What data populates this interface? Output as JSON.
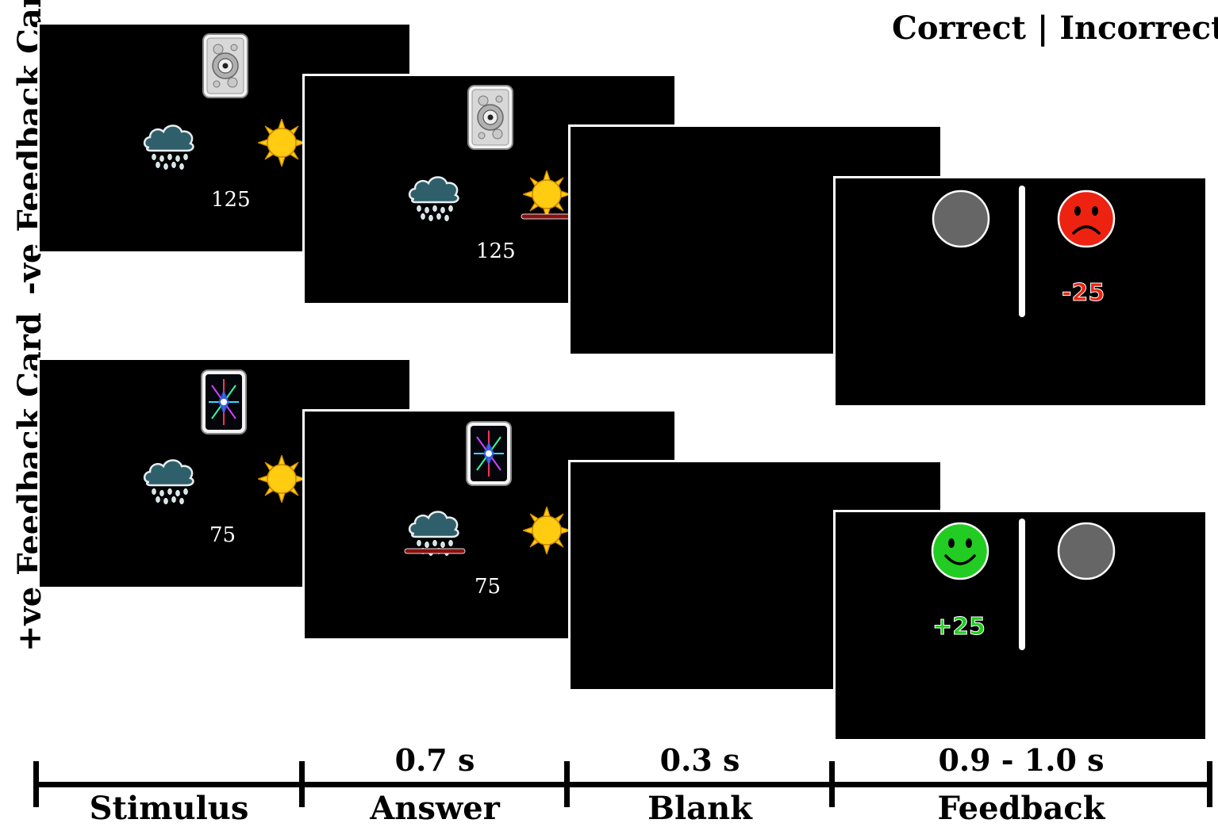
{
  "header": {
    "legend": "Correct | Incorrect"
  },
  "rows": {
    "negative": {
      "label": "-ve Feedback Card",
      "stimulus_value": "125",
      "answer_value": "125",
      "feedback_score": "-25"
    },
    "positive": {
      "label": "+ve Feedback Card",
      "stimulus_value": "75",
      "answer_value": "75",
      "feedback_score": "+25"
    }
  },
  "timeline": {
    "phases": [
      "Stimulus",
      "Answer",
      "Blank",
      "Feedback"
    ],
    "durations": [
      "",
      "0.7 s",
      "0.3 s",
      "0.9 - 1.0 s"
    ]
  },
  "colors": {
    "correct": "#22cc22",
    "incorrect": "#ee2211",
    "neutral": "#666666",
    "sun": "#ffcc11",
    "cloud": "#2f5f6a",
    "underline": "#8b1010"
  },
  "icons": [
    "rain-cloud-icon",
    "sun-icon",
    "fractal-card-icon",
    "crystal-card-icon",
    "sad-face-icon",
    "happy-face-icon",
    "gray-circle-icon"
  ]
}
